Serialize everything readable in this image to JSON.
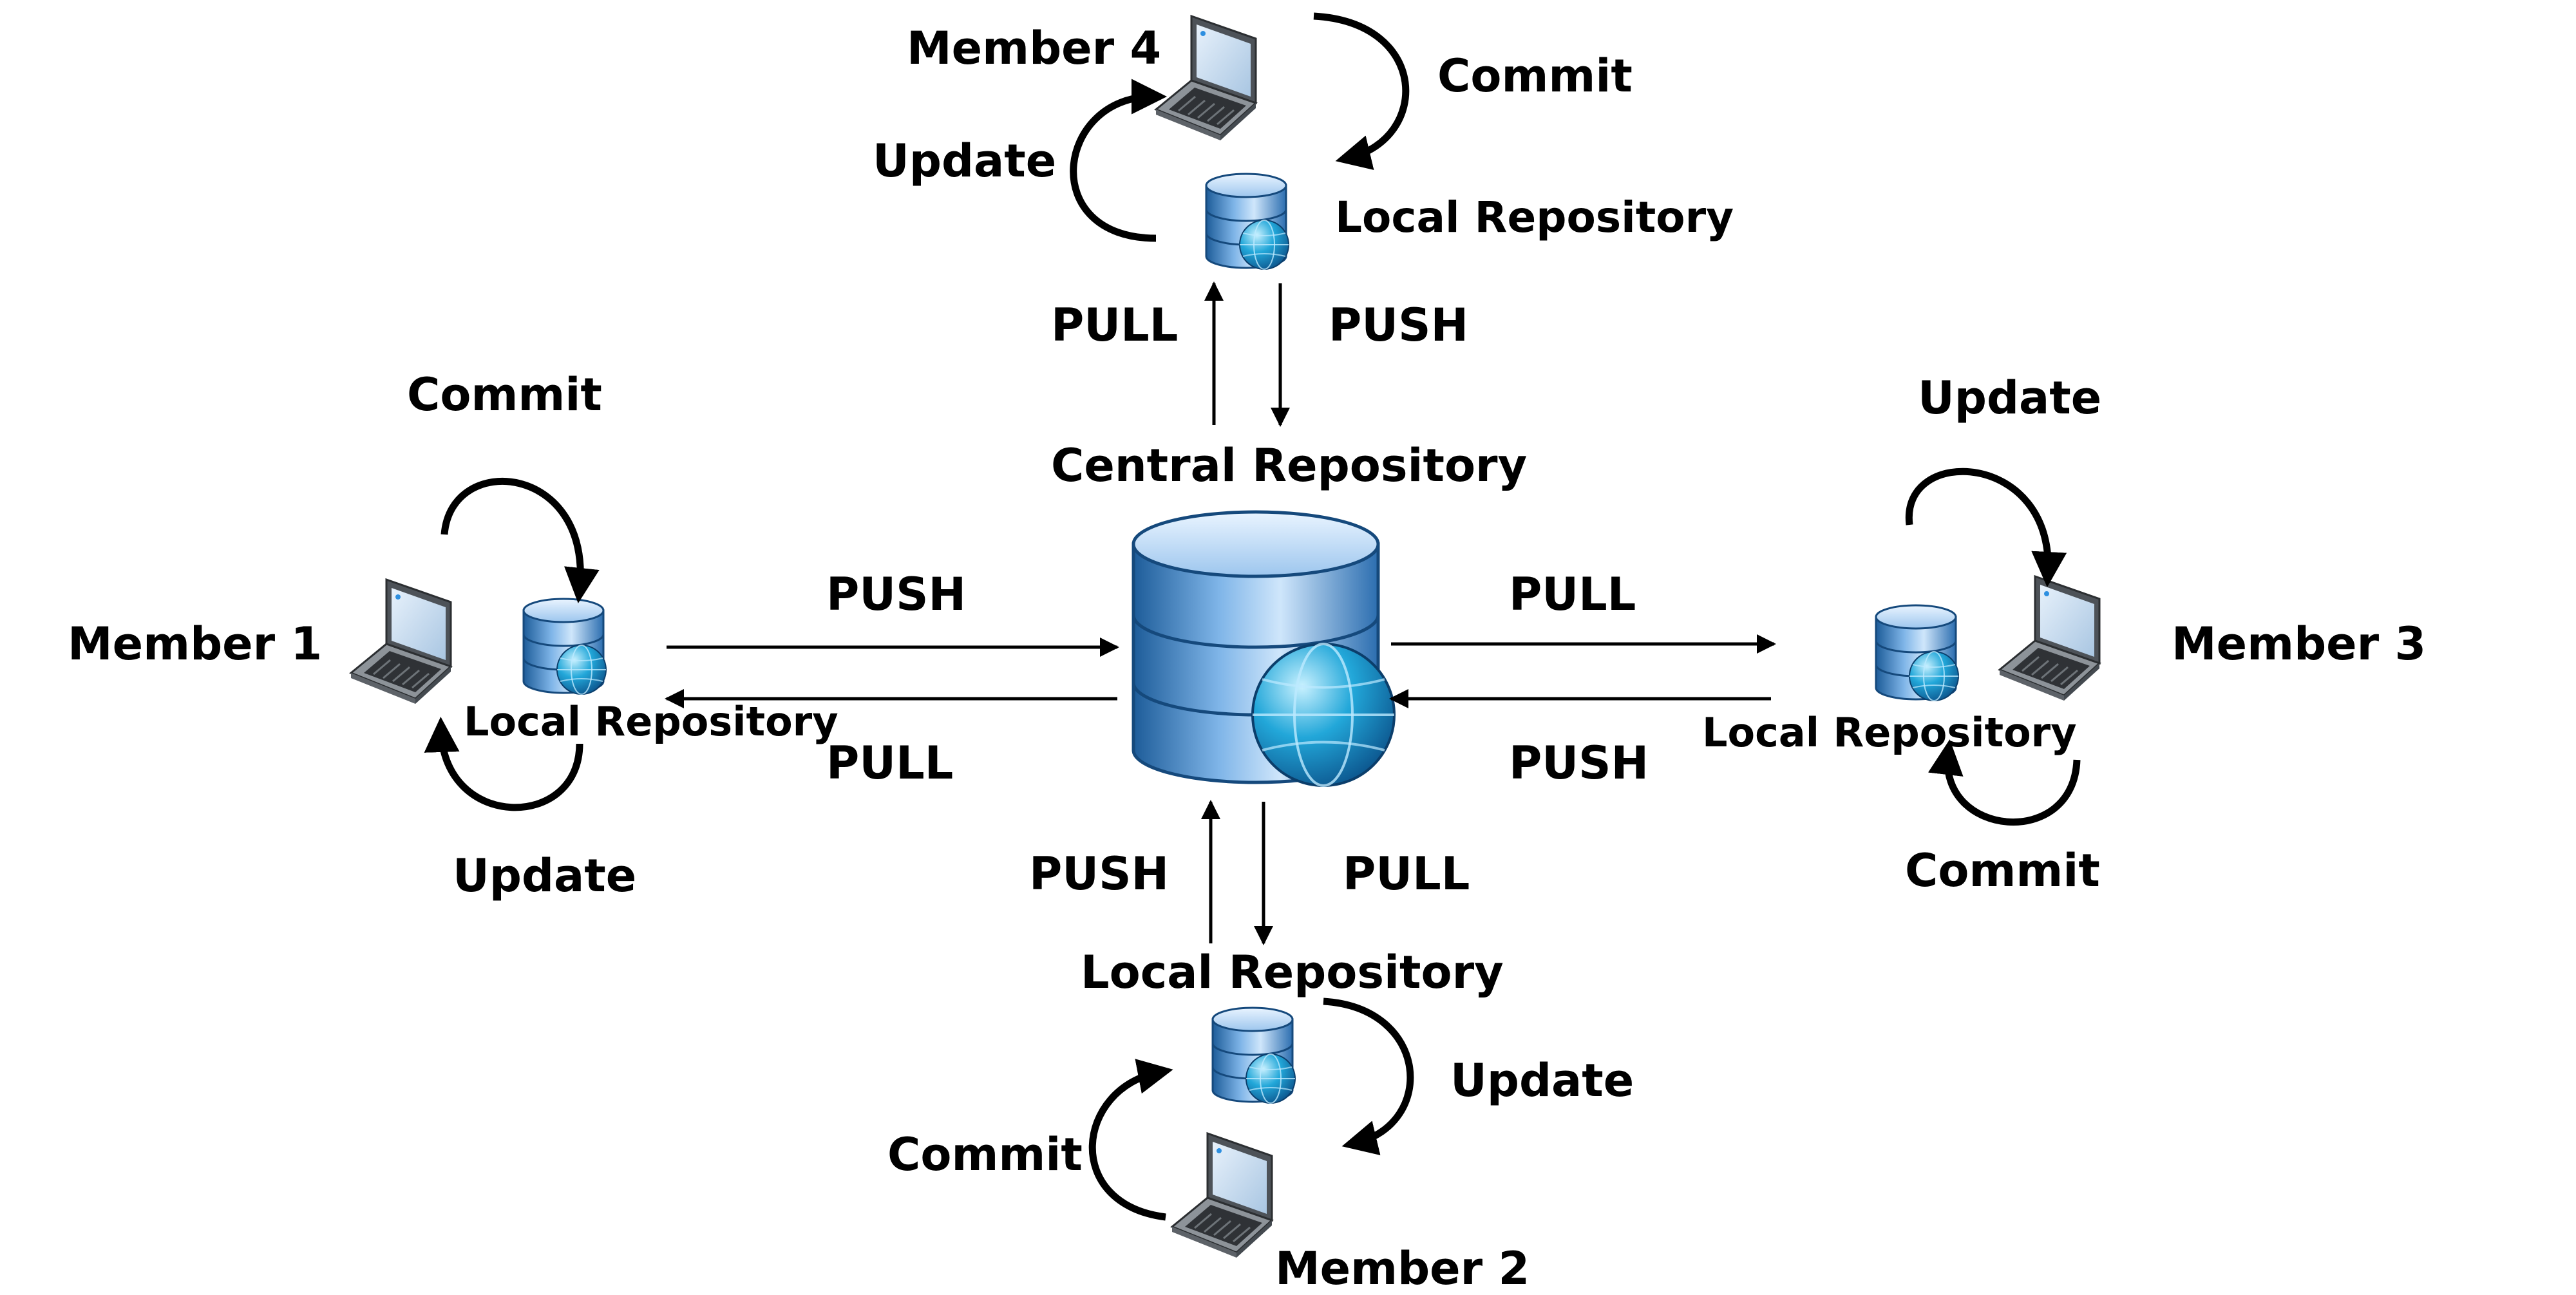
{
  "central": {
    "label": "Central Repository"
  },
  "members": [
    {
      "id": "member-1",
      "name": "Member 1",
      "repo_label": "Local Repository",
      "commit_label": "Commit",
      "update_label": "Update",
      "link": {
        "to_central": "PUSH",
        "from_central": "PULL"
      }
    },
    {
      "id": "member-2",
      "name": "Member 2",
      "repo_label": "Local Repository",
      "commit_label": "Commit",
      "update_label": "Update",
      "link": {
        "to_central": "PUSH",
        "from_central": "PULL"
      }
    },
    {
      "id": "member-3",
      "name": "Member 3",
      "repo_label": "Local Repository",
      "commit_label": "Commit",
      "update_label": "Update",
      "link": {
        "to_central": "PUSH",
        "from_central": "PULL"
      }
    },
    {
      "id": "member-4",
      "name": "Member 4",
      "repo_label": "Local Repository",
      "commit_label": "Commit",
      "update_label": "Update",
      "link": {
        "to_central": "PUSH",
        "from_central": "PULL"
      }
    }
  ],
  "icons": {
    "laptop": "laptop-icon",
    "local_db": "database-globe-icon",
    "central_db": "central-database-globe-icon"
  },
  "colors": {
    "db_blue": "#3a86cf",
    "db_dark": "#1d5c99",
    "globe": "#1aa6d6",
    "laptop_body": "#555a60",
    "screen": "#cfe1f2",
    "arrow": "#000000"
  }
}
